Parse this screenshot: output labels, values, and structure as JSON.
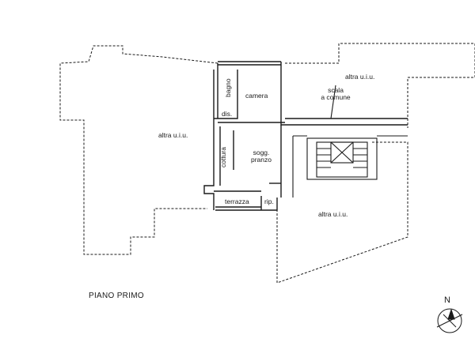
{
  "plan": {
    "title": "PIANO PRIMO",
    "north_label": "N",
    "rooms": {
      "altra_uiu_left": "altra u.i.u.",
      "altra_uiu_top_right": "altra u.i.u.",
      "altra_uiu_bottom_right": "altra u.i.u.",
      "bagno": "bagno",
      "camera": "camera",
      "dis": "dis.",
      "cottura": "cottura",
      "sogg_line1": "sogg.",
      "sogg_line2": "pranzo",
      "terrazza": "terrazza",
      "rip": "rip.",
      "scala_line1": "scala",
      "scala_line2": "a comune"
    },
    "colors": {
      "line": "#1a1a1a",
      "background": "#ffffff"
    }
  }
}
